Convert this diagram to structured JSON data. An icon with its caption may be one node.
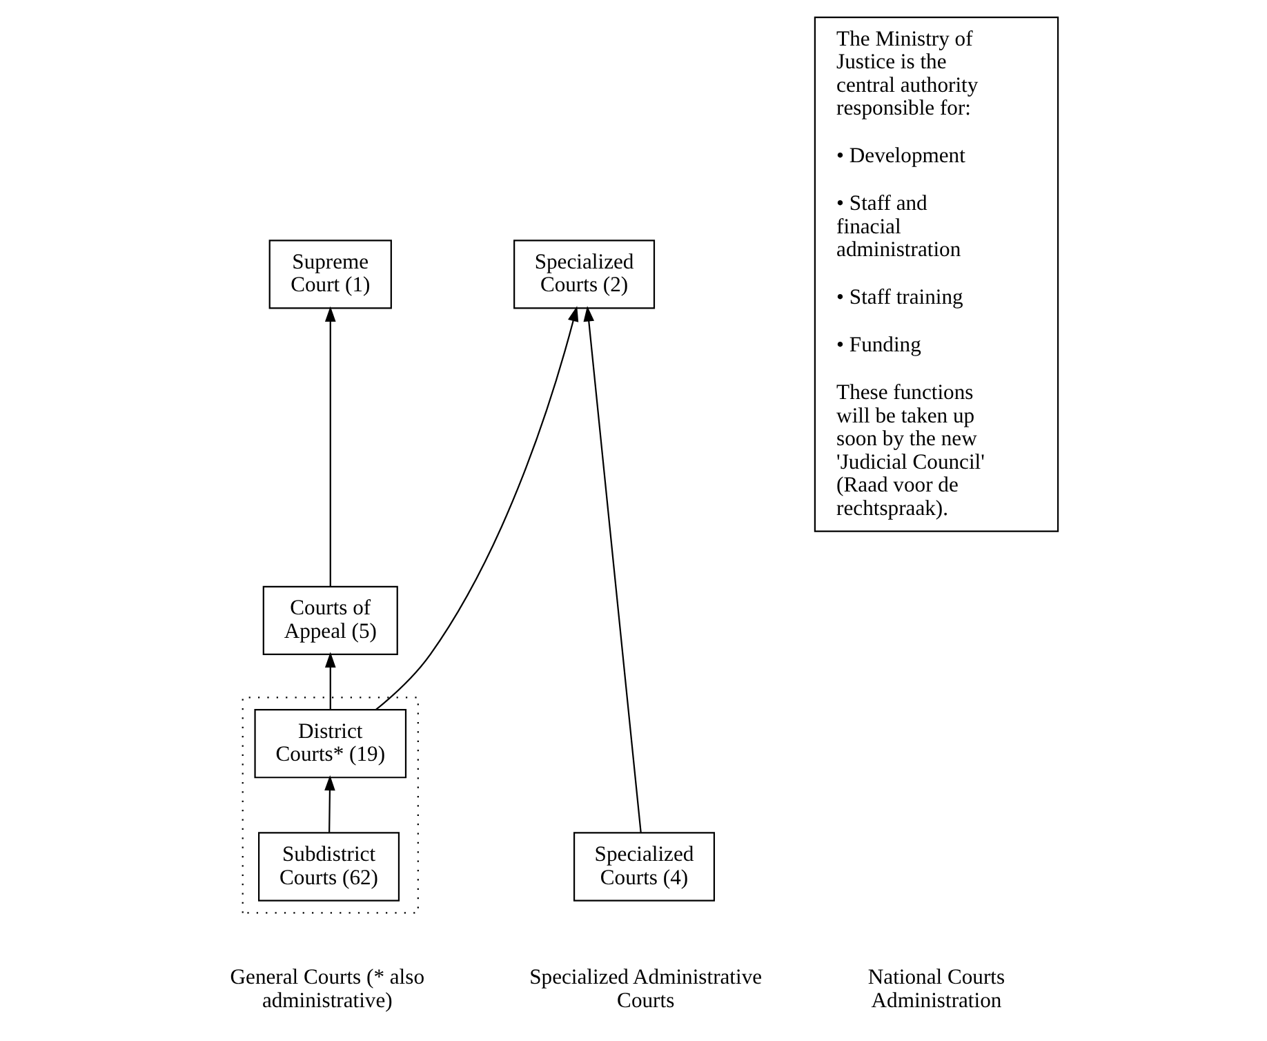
{
  "diagram": {
    "nodes": [
      {
        "text": [
          "Supreme Court (1)"
        ]
      },
      {
        "text": [
          "Courts of Appeal (5)"
        ]
      },
      {
        "text": [],
        "shape": "box"
      },
      {
        "text": [
          "District Courts* (19)"
        ],
        "in": 2
      },
      {
        "text": [
          "Subdistrict Courts (62)"
        ],
        "in": 2
      },
      {
        "text": [
          "Specialized Courts (2)"
        ]
      },
      {
        "text": [
          "Specialized Courts (4)"
        ]
      },
      {
        "text": [
          "The Ministry of Justice is the central authority responsible for:",
          "• Development",
          "• Staff and finacial administration",
          "• Staff training",
          "• Funding",
          "These functions will be taken up soon by the new 'Judicial Council' (Raad voor de rechtspraak)."
        ]
      }
    ],
    "edges": [
      {
        "from": 1,
        "to": 0,
        "arrow": "to"
      },
      {
        "from": 3,
        "to": 1,
        "arrow": "to"
      },
      {
        "from": 4,
        "to": 3,
        "arrow": "to"
      },
      {
        "from": 3,
        "to": 5,
        "arrow": "to"
      },
      {
        "from": 6,
        "to": 5,
        "arrow": "to"
      }
    ],
    "labels": [
      "General Courts (* also administrative)",
      "Specialized Administrative Courts",
      "National Courts Administration"
    ]
  }
}
